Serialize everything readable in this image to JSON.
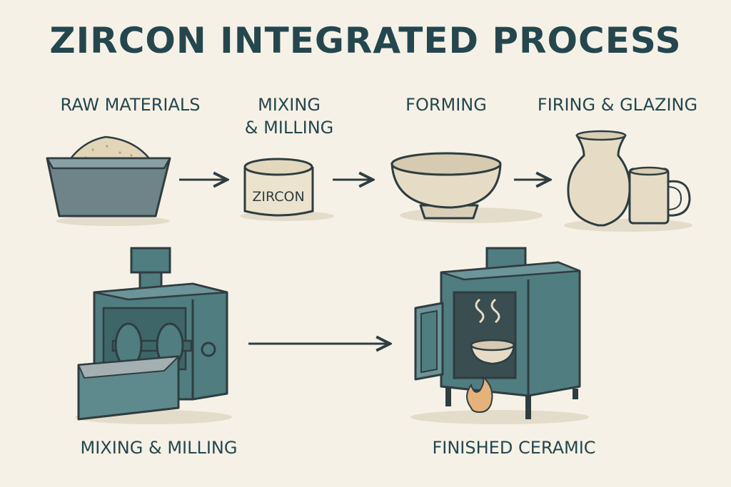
{
  "title": "ZIRCON INTEGRATED PROCESS",
  "steps": [
    {
      "label": "RAW MATERIALS"
    },
    {
      "label": "MIXING\n& MILLING"
    },
    {
      "label": "FORMING"
    },
    {
      "label": "FIRING & GLAZING"
    }
  ],
  "jar_text": "ZIRCON",
  "bottom": {
    "left_label": "MIXING & MILLING",
    "right_label": "FINISHED CERAMIC"
  },
  "colors": {
    "background": "#f6f1e6",
    "ink": "#24474f",
    "machine": "#4f7d80",
    "clay": "#e6dcc6",
    "flame": "#e5b27c"
  }
}
